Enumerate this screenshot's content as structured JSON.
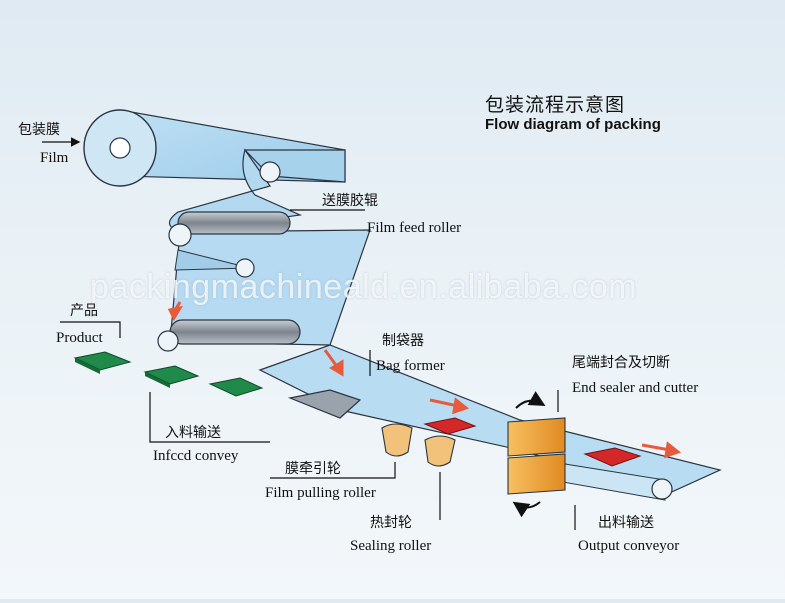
{
  "title": {
    "cn": "包装流程示意图",
    "en": "Flow diagram of packing"
  },
  "labels": {
    "film": {
      "cn": "包装膜",
      "en": "Film"
    },
    "film_feed_roller": {
      "cn": "送膜胶辊",
      "en": "Film feed roller"
    },
    "product": {
      "cn": "产品",
      "en": "Product"
    },
    "bag_former": {
      "cn": "制袋器",
      "en": "Bag former"
    },
    "end_sealer": {
      "cn": "尾端封合及切断",
      "en": "End sealer and cutter"
    },
    "infeed_convey": {
      "cn": "入料输送",
      "en": "Infccd convey"
    },
    "film_pulling_roller": {
      "cn": "膜牵引轮",
      "en": "Film pulling roller"
    },
    "sealing_roller": {
      "cn": "热封轮",
      "en": "Sealing roller"
    },
    "output_conveyor": {
      "cn": "出料输送",
      "en": "Output conveyor"
    }
  },
  "watermark": "packingmachineald.en.alibaba.com",
  "colors": {
    "film": "#a9d4ee",
    "film_edge": "#2a3440",
    "roller": "#8c939c",
    "product": "#1f8a4a",
    "product_red": "#d42828",
    "sealer": "#f0a53a",
    "arrow_red": "#e85a3c"
  }
}
